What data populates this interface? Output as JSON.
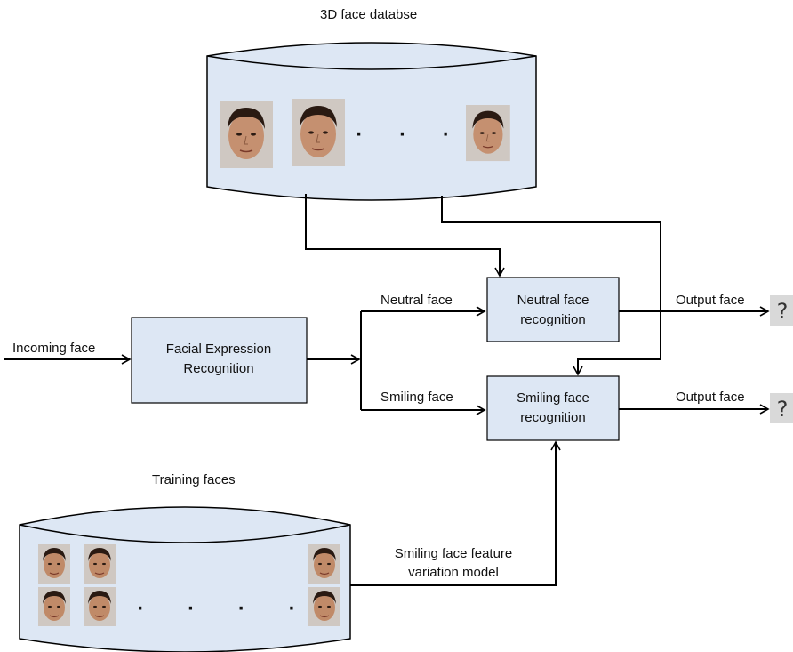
{
  "database": {
    "title": "3D face databse",
    "ellipsis": "· · ·"
  },
  "training": {
    "title": "Training faces",
    "ellipsis": "· · · ·"
  },
  "input": {
    "label": "Incoming face"
  },
  "boxes": {
    "fer": [
      "Facial Expression",
      "Recognition"
    ],
    "neutral": [
      "Neutral face",
      "recognition"
    ],
    "smiling": [
      "Smiling face",
      "recognition"
    ]
  },
  "branches": {
    "neutral": "Neutral face",
    "smiling": "Smiling face"
  },
  "outputs": {
    "neutral": "Output face",
    "smiling": "Output face",
    "unknown": "?"
  },
  "model": [
    "Smiling face feature",
    "variation model"
  ],
  "colors": {
    "box_fill": "#dde7f4",
    "line": "#000000",
    "qbox": "#d9d9d9"
  }
}
